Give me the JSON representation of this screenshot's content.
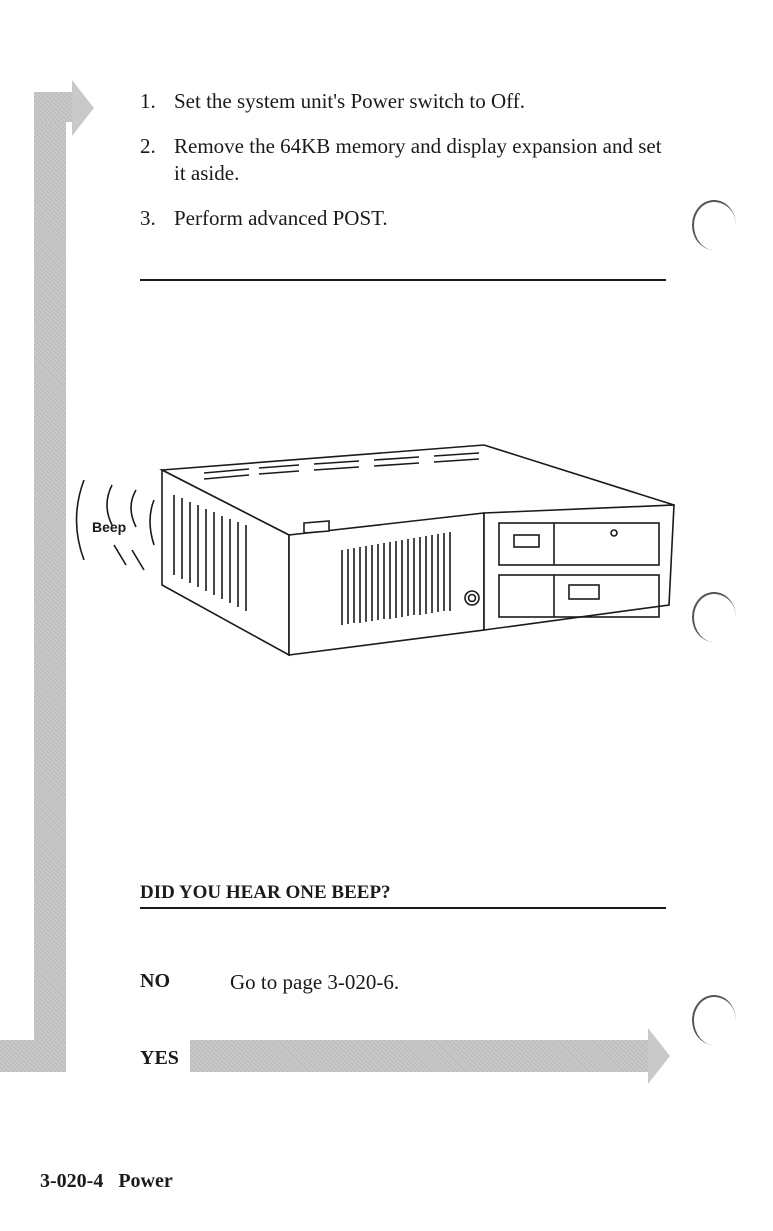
{
  "steps": [
    {
      "number": "1.",
      "text": "Set the system unit's Power switch to Off."
    },
    {
      "number": "2.",
      "text": "Remove the 64KB memory and display expansion and set it aside."
    },
    {
      "number": "3.",
      "text": "Perform advanced POST."
    }
  ],
  "illustration": {
    "beep_label": "Beep"
  },
  "question": "DID YOU HEAR ONE BEEP?",
  "answers": {
    "no": {
      "label": "NO",
      "text": "Go to page 3-020-6."
    },
    "yes": {
      "label": "YES"
    }
  },
  "footer": {
    "page_number": "3-020-4",
    "section": "Power"
  }
}
